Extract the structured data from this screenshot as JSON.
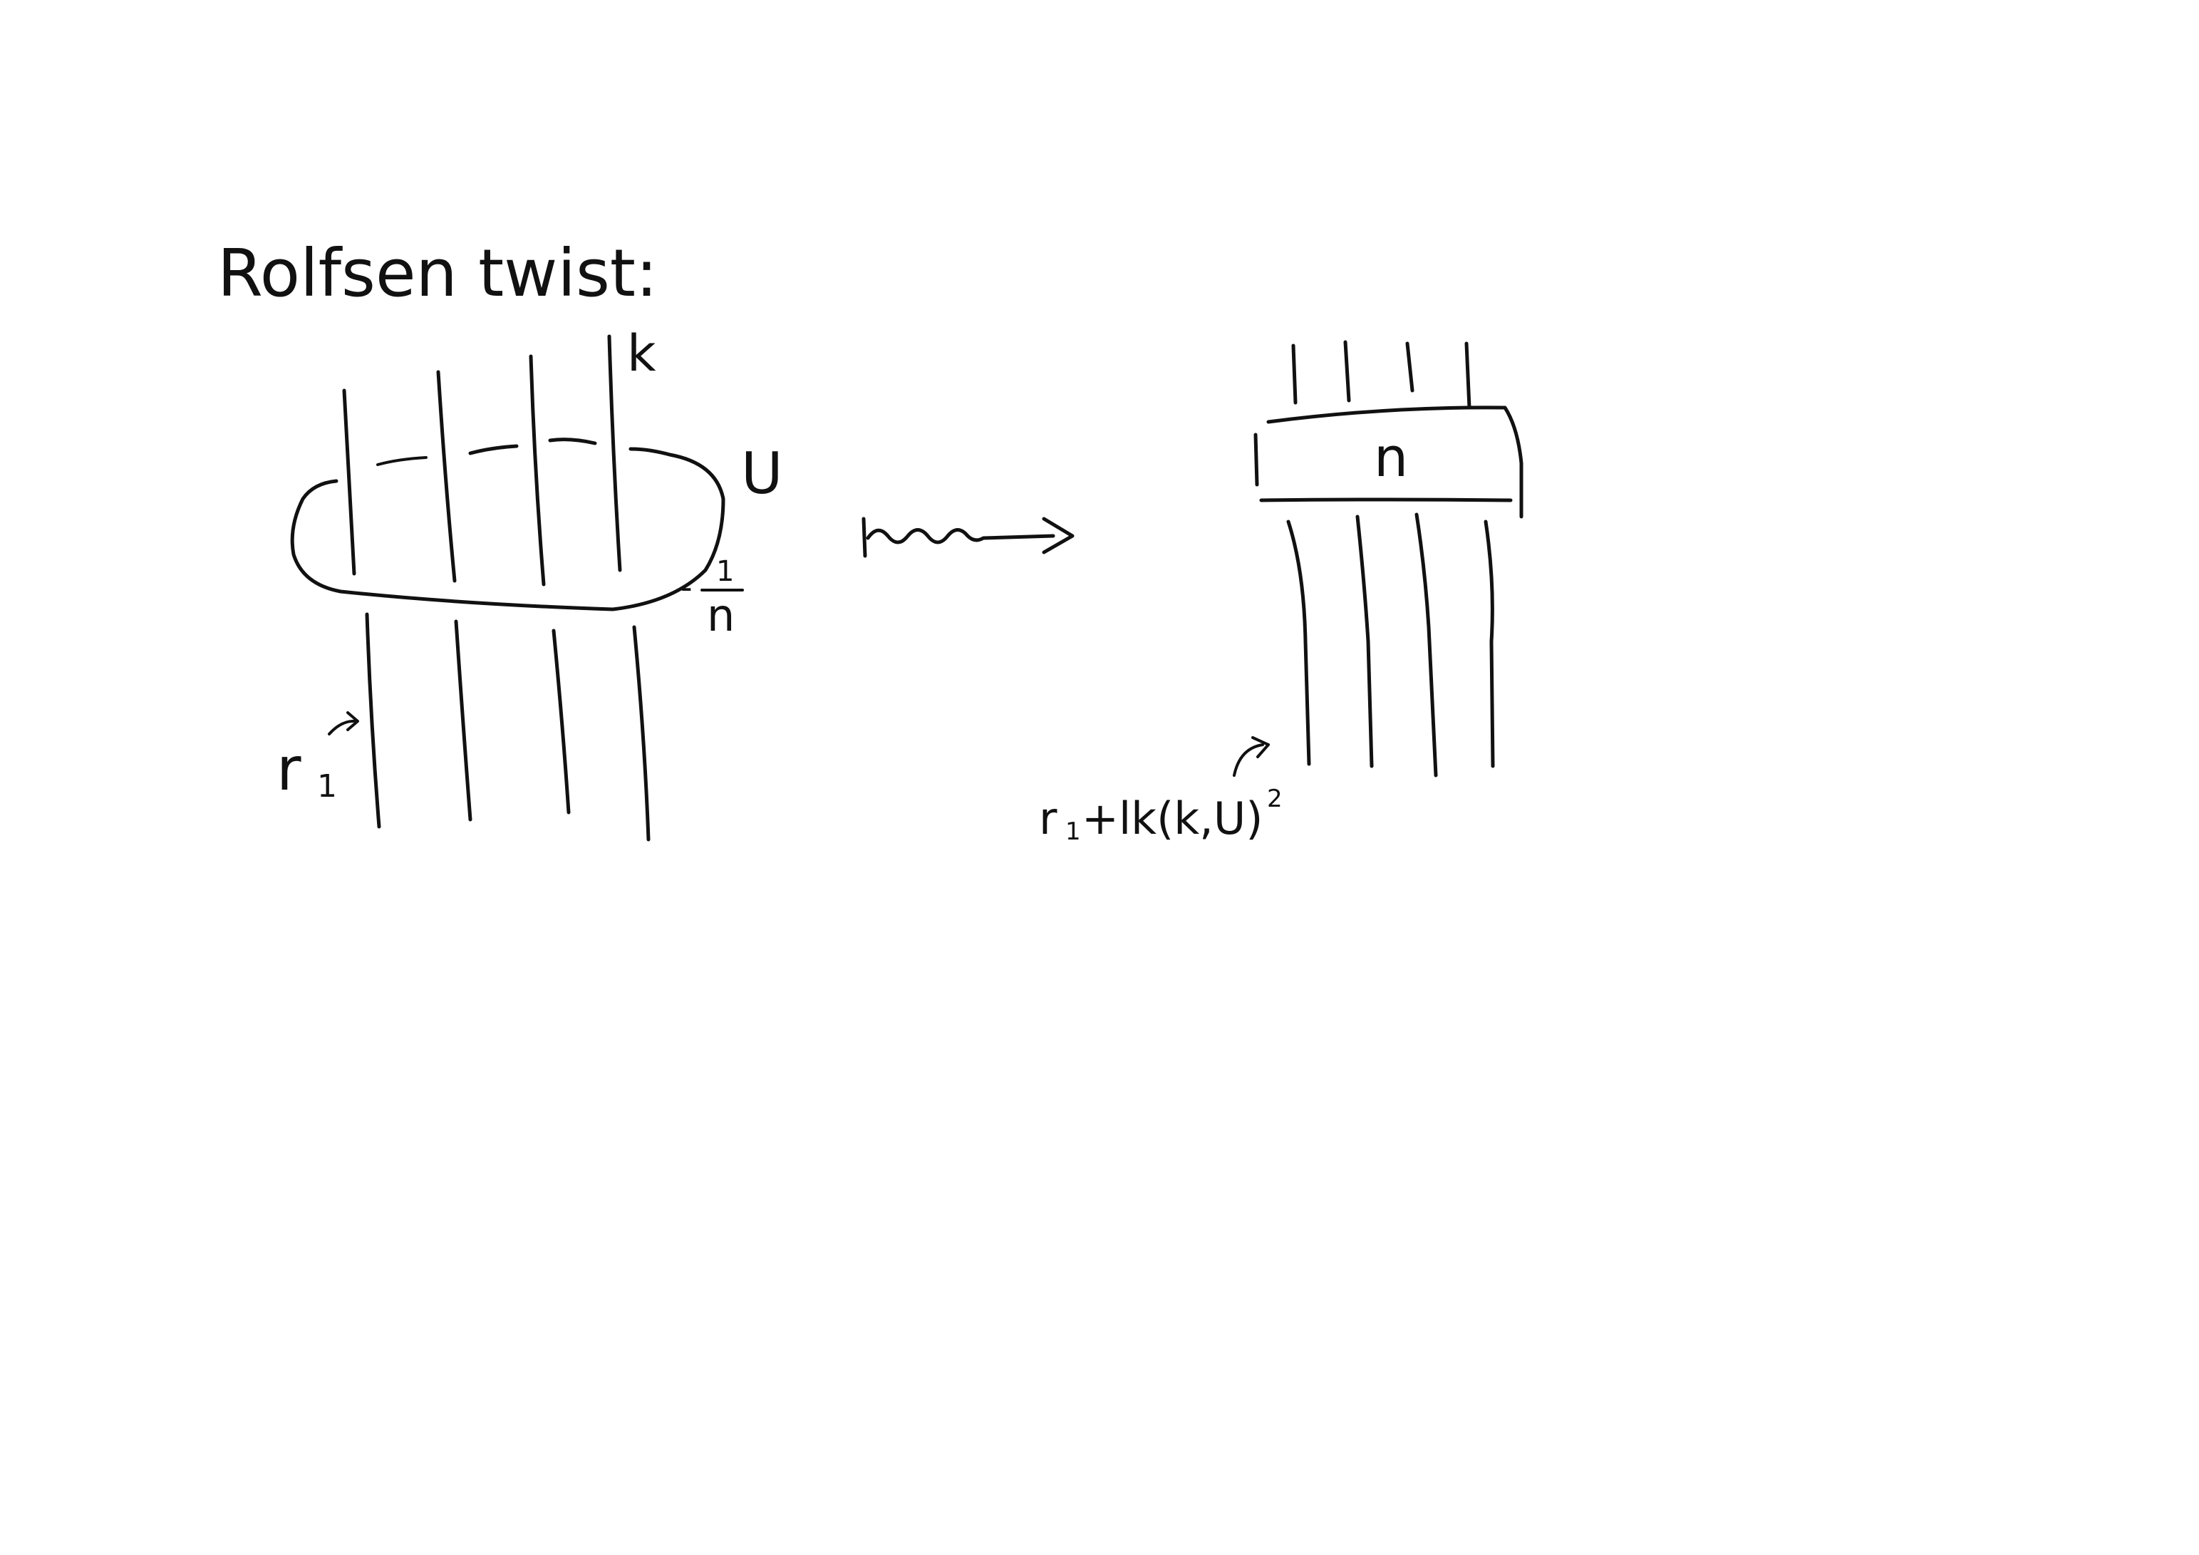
{
  "title": "Rolfsen twist:",
  "left_diagram": {
    "strand_label": "k",
    "circle_label": "U",
    "surgery_coefficient": "-1/n",
    "surgery_sign": "-",
    "surgery_numerator": "1",
    "surgery_denominator": "n",
    "framing_label": "r",
    "framing_subscript": "1"
  },
  "arrow": {
    "meaning": "wavy implies arrow"
  },
  "right_diagram": {
    "twist_box_label": "n",
    "framing_label": "r₁ + lk(k, U)²",
    "framing_base": "r",
    "framing_subscript": "1",
    "framing_plus": "+lk(k,U)",
    "framing_exponent": "2"
  }
}
